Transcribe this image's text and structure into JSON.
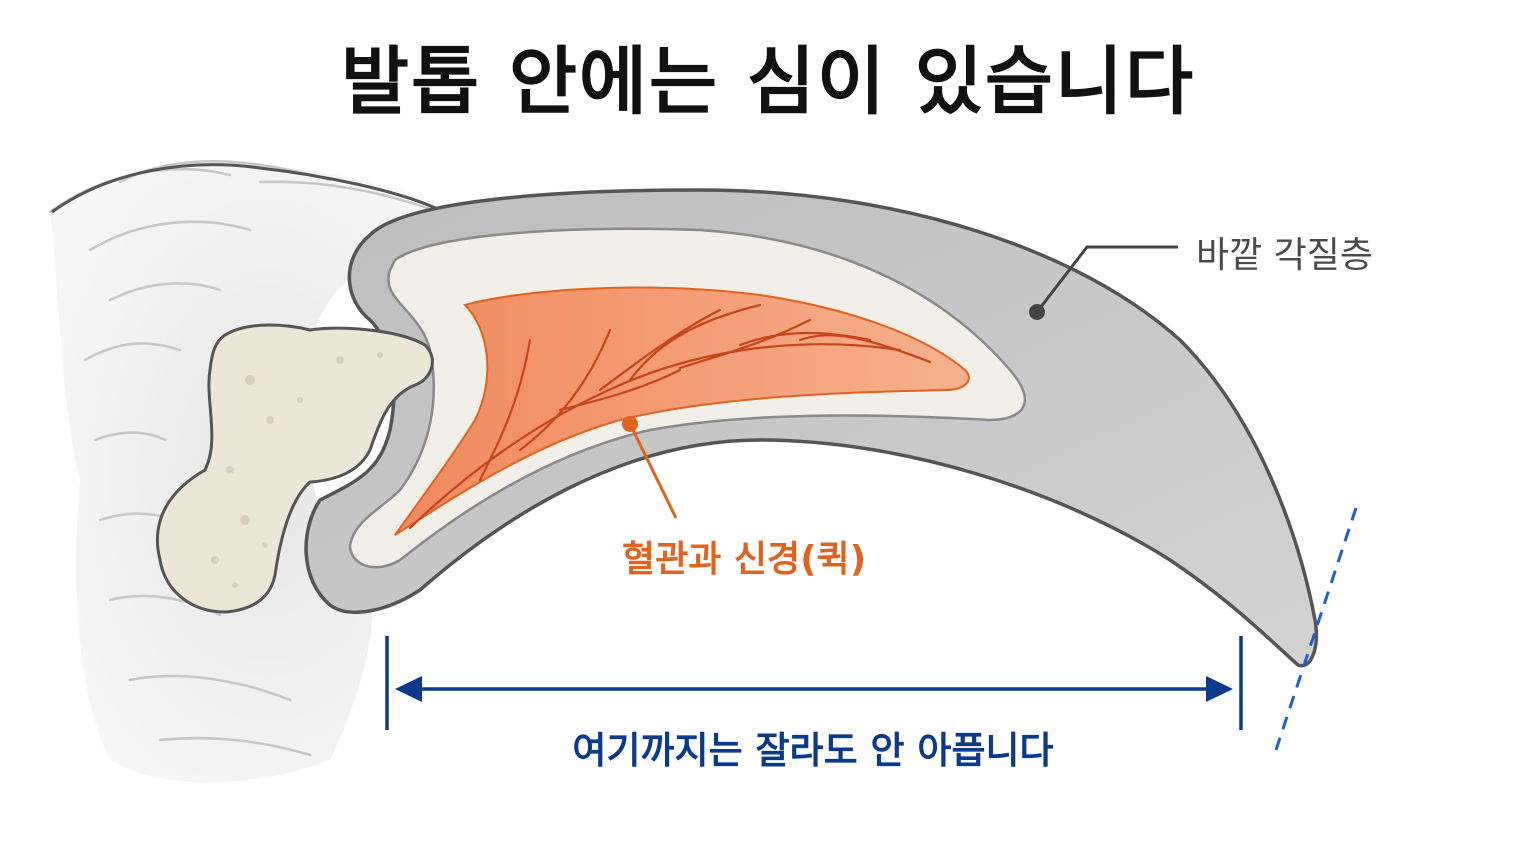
{
  "title": "발톱 안에는 심이 있습니다",
  "labels": {
    "outer_keratin": "바깥 각질층",
    "quick": "혈관과 신경(퀵)",
    "safe_zone": "여기까지는 잘라도 안 아픕니다"
  },
  "colors": {
    "title": "#111111",
    "outer_label": "#4a4a4a",
    "quick": "#e0641f",
    "quick_fill": "#f4a07a",
    "safe_zone": "#0b3a8c",
    "keratin": "#c9c9c9",
    "bone": "#ece6d6"
  }
}
